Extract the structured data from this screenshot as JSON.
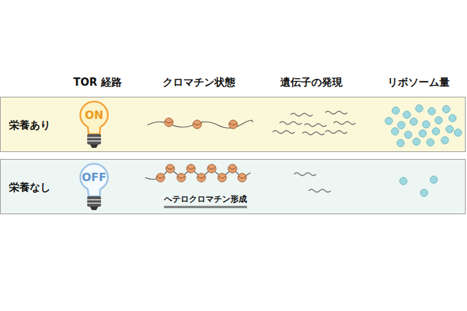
{
  "diagram": {
    "nodes": [
      {
        "text": [
          "栄養あり"
        ]
      },
      {
        "text": [
          "ON"
        ],
        "in": 0
      },
      {
        "text": [
          "栄養なし"
        ]
      },
      {
        "text": [
          "OFF"
        ],
        "in": 2
      }
    ],
    "labels": [
      "TOR 経路",
      "クロマチン状態",
      "遺伝子の発現",
      "リボソーム量",
      "ヘテロクロマチン形成"
    ]
  }
}
